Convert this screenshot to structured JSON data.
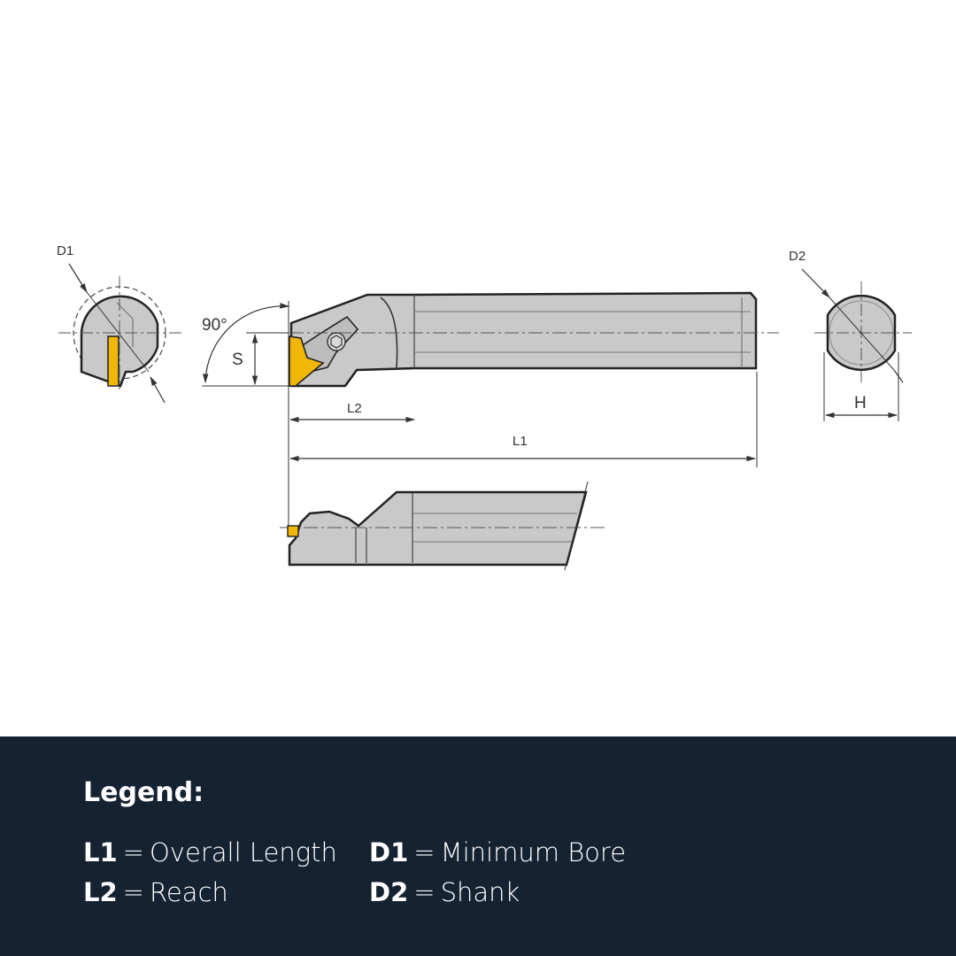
{
  "colors": {
    "body_fill": "#c9c9c9",
    "body_outline": "#222222",
    "insert_yellow": "#f2b705",
    "centerline": "#555555",
    "legend_bg": "#152232",
    "legend_text": "#ffffff"
  },
  "diagram": {
    "labels": {
      "d1": "D1",
      "d2": "D2",
      "angle": "90°",
      "s": "S",
      "l2": "L2",
      "l1": "L1",
      "h": "H"
    }
  },
  "legend": {
    "title": "Legend:",
    "items": [
      {
        "key": "L1",
        "eq": "=",
        "text": "Overall Length"
      },
      {
        "key": "D1",
        "eq": "=",
        "text": "Minimum Bore"
      },
      {
        "key": "L2",
        "eq": "=",
        "text": "Reach"
      },
      {
        "key": "D2",
        "eq": "=",
        "text": "Shank"
      }
    ]
  }
}
